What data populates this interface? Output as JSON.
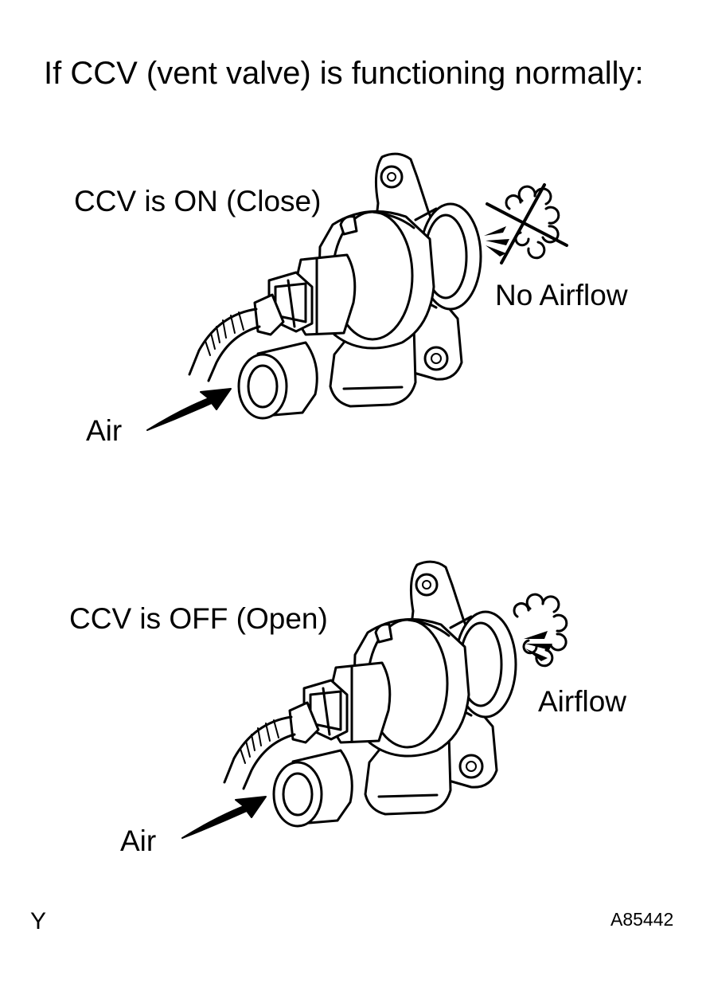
{
  "heading": "If CCV (vent valve) is functioning normally:",
  "top_diagram": {
    "state_label": "CCV is ON (Close)",
    "result_label": "No Airflow",
    "inlet_label": "Air",
    "icons": [
      "valve-icon",
      "arrow-icon",
      "blocked-airflow-icon"
    ]
  },
  "bottom_diagram": {
    "state_label": "CCV is OFF (Open)",
    "result_label": "Airflow",
    "inlet_label": "Air",
    "icons": [
      "valve-icon",
      "arrow-icon",
      "airflow-icon"
    ]
  },
  "footer": {
    "left_code": "Y",
    "figure_code": "A85442"
  }
}
